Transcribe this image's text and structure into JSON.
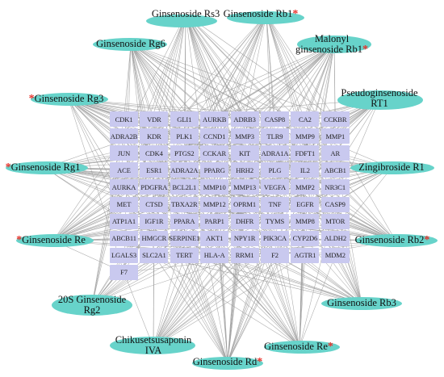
{
  "targets": [
    "CDK1",
    "VDR",
    "GLI1",
    "AURKB",
    "ADRB3",
    "CASP8",
    "CA2",
    "CCKBR",
    "ADRA2B",
    "KDR",
    "PLK1",
    "CCND1",
    "MMP3",
    "TLR9",
    "MMP9",
    "MMP1",
    "JUN",
    "CDK4",
    "PTGS2",
    "CCKAR",
    "KIT",
    "ADRA1A",
    "FDFT1",
    "AR",
    "ACE",
    "ESR1",
    "ADRA2A",
    "PPARG",
    "HRH2",
    "PLG",
    "IL2",
    "ABCB1",
    "AURKA",
    "PDGFRA",
    "BCL2L1",
    "MMP10",
    "MMP13",
    "VEGFA",
    "MMP2",
    "NR3C1",
    "MET",
    "CTSD",
    "TBXA2R",
    "MMP12",
    "OPRM1",
    "TNF",
    "EGFR",
    "CASP9",
    "ATP1A1",
    "IGF1R",
    "PPARA",
    "PARP1",
    "DHFR",
    "TYMS",
    "MMP8",
    "MTOR",
    "ABCB11",
    "HMGCR",
    "SERPINE1",
    "AKT1",
    "NPY1R",
    "PIK3CA",
    "CYP2D6",
    "ALDH2",
    "LGALS3",
    "SLC2A1",
    "TERT",
    "HLA-A",
    "RRM1",
    "F2",
    "AGTR1",
    "MDM2",
    "F7"
  ],
  "compounds": [
    {
      "id": "rs3",
      "lines": [
        "Ginsenoside Rs3"
      ],
      "star": false
    },
    {
      "id": "rb1",
      "lines": [
        "Ginsenoside Rb1"
      ],
      "star": true
    },
    {
      "id": "mal",
      "lines": [
        "Malonyl",
        "ginsenoside Rb1"
      ],
      "star": true
    },
    {
      "id": "rg6",
      "lines": [
        "Ginsenoside Rg6"
      ],
      "star": false
    },
    {
      "id": "pseudo",
      "lines": [
        "Pseudoginsenoside",
        "RT1"
      ],
      "star": false
    },
    {
      "id": "rg3",
      "lines": [
        "Ginsenoside Rg3"
      ],
      "star": true
    },
    {
      "id": "rg1",
      "lines": [
        "Ginsenoside Rg1"
      ],
      "star": true
    },
    {
      "id": "zing",
      "lines": [
        "Zingibroside R1"
      ],
      "star": false
    },
    {
      "id": "re_l",
      "lines": [
        "Ginsenoside Re"
      ],
      "star": true
    },
    {
      "id": "rb2",
      "lines": [
        "Ginsenoside Rb2"
      ],
      "star": true
    },
    {
      "id": "rg2",
      "lines": [
        "20S Ginsenoside",
        "Rg2"
      ],
      "star": false
    },
    {
      "id": "rb3",
      "lines": [
        "Ginsenoside Rb3"
      ],
      "star": false
    },
    {
      "id": "chiku",
      "lines": [
        "Chikusetsusaponin",
        "IVA"
      ],
      "star": false
    },
    {
      "id": "re_r",
      "lines": [
        "Ginsenoside Re"
      ],
      "star": true
    },
    {
      "id": "rd",
      "lines": [
        "Ginsenoside Rd"
      ],
      "star": true
    }
  ],
  "star_symbol": "*",
  "colors": {
    "target_fill": "#c9c9ef",
    "compound_fill": "#67d3ca",
    "edge": "#9a9a9a",
    "star": "#e8322b"
  }
}
